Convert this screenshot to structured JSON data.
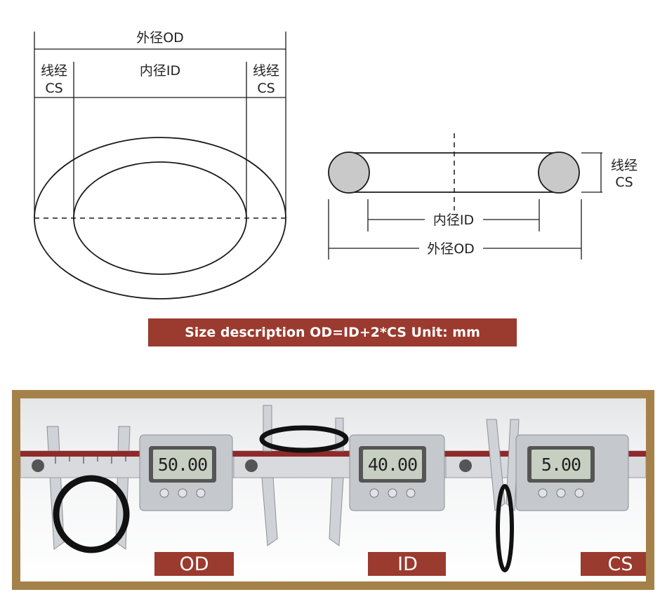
{
  "diagram": {
    "left": {
      "od_label": "外径OD",
      "id_label": "内径ID",
      "cs_left_line1": "线经",
      "cs_left_line2": "CS",
      "cs_right_line1": "线经",
      "cs_right_line2": "CS"
    },
    "right": {
      "cs_line1": "线经",
      "cs_line2": "CS",
      "id_label": "内径ID",
      "od_label": "外径OD"
    }
  },
  "banner": {
    "text": "Size description OD=ID+2*CS Unit: mm"
  },
  "photos": [
    {
      "reading": "50.00",
      "label": "OD"
    },
    {
      "reading": "40.00",
      "label": "ID"
    },
    {
      "reading": "5.00",
      "label": "CS"
    }
  ],
  "colors": {
    "accent": "#9b3a2e",
    "frame": "#a5814a"
  }
}
